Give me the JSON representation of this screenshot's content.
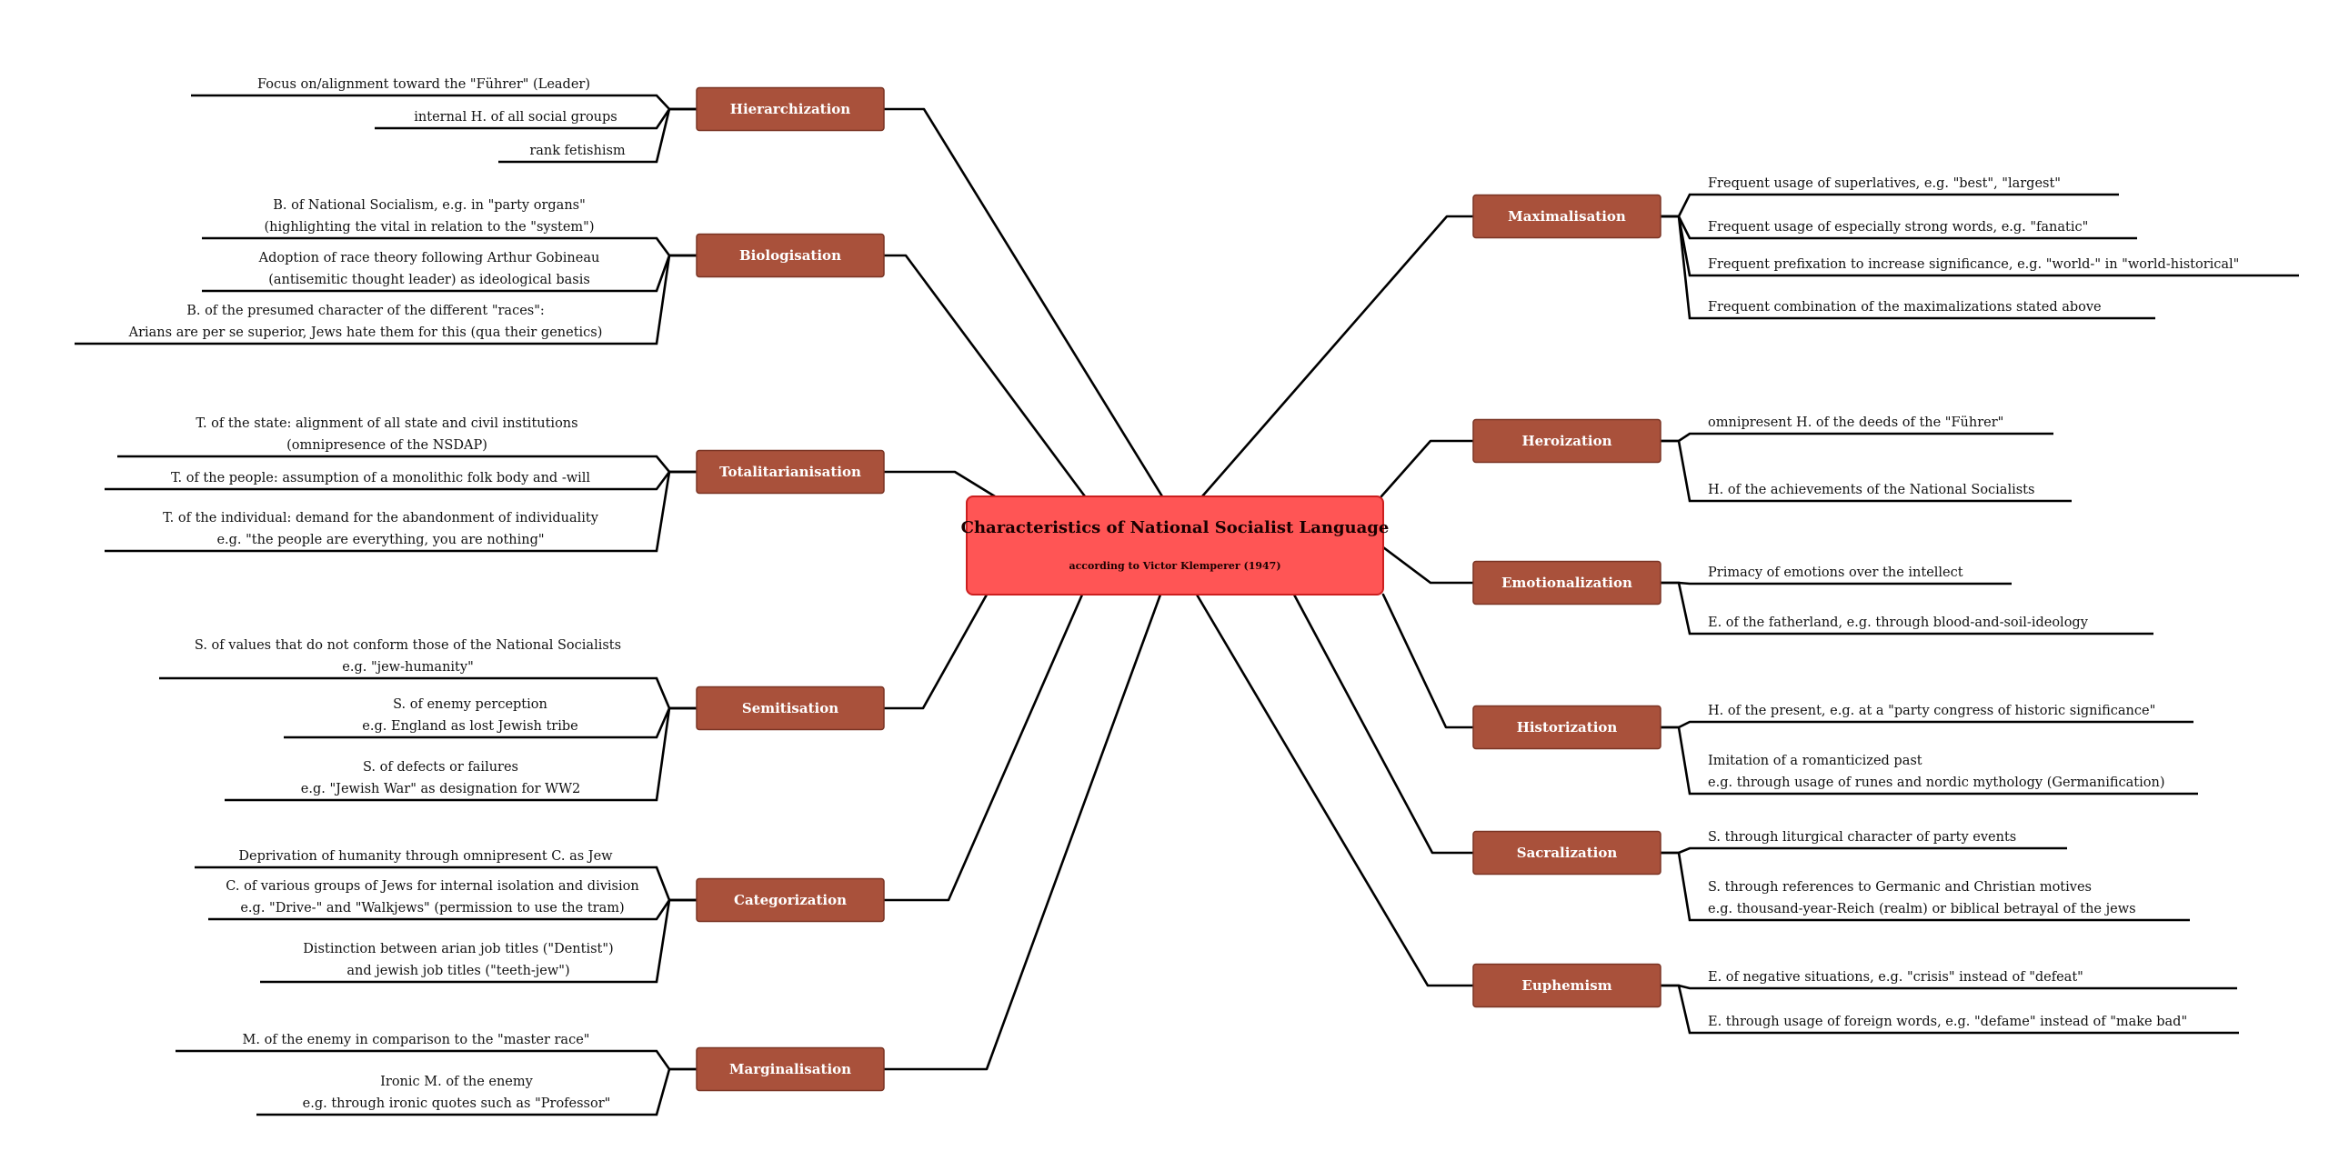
{
  "colors": {
    "root_fill": "#ff5555",
    "root_stroke": "#cc1f1f",
    "branch_fill": "#a9513b",
    "branch_stroke": "#7a3424",
    "line": "#000000"
  },
  "root": {
    "title": "Characteristics of National Socialist Language",
    "subtitle": "according to Victor Klemperer (1947)"
  },
  "left": [
    {
      "label": "Hierarchization",
      "leaves": [
        {
          "lines": [
            "Focus on/alignment toward the \"Führer\" (Leader)"
          ]
        },
        {
          "lines": [
            "internal H. of all social groups"
          ]
        },
        {
          "lines": [
            "rank fetishism"
          ]
        }
      ]
    },
    {
      "label": "Biologisation",
      "leaves": [
        {
          "lines": [
            "B. of National Socialism, e.g. in \"party organs\"",
            "(highlighting the vital in relation to the \"system\")"
          ]
        },
        {
          "lines": [
            "Adoption of race theory following Arthur Gobineau",
            "(antisemitic thought leader) as ideological basis"
          ]
        },
        {
          "lines": [
            "B. of the presumed character of the different \"races\":",
            "Arians are per se superior, Jews hate them for this (qua their genetics)"
          ]
        }
      ]
    },
    {
      "label": "Totalitarianisation",
      "leaves": [
        {
          "lines": [
            "T. of the state: alignment of all state and civil institutions",
            "(omnipresence of the NSDAP)"
          ]
        },
        {
          "lines": [
            "T. of the people: assumption of a monolithic folk body and -will"
          ]
        },
        {
          "lines": [
            "T. of the individual: demand for the abandonment of individuality",
            "e.g. \"the people are everything, you are nothing\""
          ]
        }
      ]
    },
    {
      "label": "Semitisation",
      "leaves": [
        {
          "lines": [
            "S. of values that do not conform those of the National Socialists",
            "e.g. \"jew-humanity\""
          ]
        },
        {
          "lines": [
            "S. of enemy perception",
            "e.g. England as lost Jewish tribe"
          ]
        },
        {
          "lines": [
            "S. of defects or failures",
            "e.g. \"Jewish War\" as designation for WW2"
          ]
        }
      ]
    },
    {
      "label": "Categorization",
      "leaves": [
        {
          "lines": [
            "Deprivation of humanity through omnipresent C. as Jew"
          ]
        },
        {
          "lines": [
            "C. of various groups of Jews for internal isolation and division",
            "e.g. \"Drive-\" and \"Walkjews\" (permission to use the tram)"
          ]
        },
        {
          "lines": [
            "Distinction between arian job titles (\"Dentist\")",
            "and jewish job titles (\"teeth-jew\")"
          ]
        }
      ]
    },
    {
      "label": "Marginalisation",
      "leaves": [
        {
          "lines": [
            "M. of the enemy in comparison to the \"master race\""
          ]
        },
        {
          "lines": [
            "Ironic M. of the enemy",
            "e.g. through ironic quotes such as \"Professor\""
          ]
        }
      ]
    }
  ],
  "right": [
    {
      "label": "Maximalisation",
      "leaves": [
        {
          "lines": [
            "Frequent usage of superlatives, e.g. \"best\", \"largest\""
          ]
        },
        {
          "lines": [
            "Frequent usage of especially strong words, e.g. \"fanatic\""
          ]
        },
        {
          "lines": [
            "Frequent prefixation to increase significance, e.g. \"world-\" in \"world-historical\""
          ]
        },
        {
          "lines": [
            "Frequent combination of the maximalizations stated above"
          ]
        }
      ]
    },
    {
      "label": "Heroization",
      "leaves": [
        {
          "lines": [
            "omnipresent H. of the deeds of the \"Führer\""
          ]
        },
        {
          "lines": [
            "H. of the achievements of the National Socialists"
          ]
        }
      ]
    },
    {
      "label": "Emotionalization",
      "leaves": [
        {
          "lines": [
            "Primacy of emotions over the intellect"
          ]
        },
        {
          "lines": [
            "E. of the fatherland, e.g. through blood-and-soil-ideology"
          ]
        }
      ]
    },
    {
      "label": "Historization",
      "leaves": [
        {
          "lines": [
            "H. of the present, e.g. at a \"party congress of historic significance\""
          ]
        },
        {
          "lines": [
            "Imitation of a romanticized past",
            "e.g. through usage of runes and nordic mythology (Germanification)"
          ]
        }
      ]
    },
    {
      "label": "Sacralization",
      "leaves": [
        {
          "lines": [
            "S. through liturgical character of party events"
          ]
        },
        {
          "lines": [
            "S. through references to Germanic and Christian motives",
            "e.g. thousand-year-Reich (realm) or biblical betrayal of the jews"
          ]
        }
      ]
    },
    {
      "label": "Euphemism",
      "leaves": [
        {
          "lines": [
            "E. of negative situations, e.g. \"crisis\" instead of \"defeat\""
          ]
        },
        {
          "lines": [
            "E. through usage of  foreign words, e.g. \"defame\" instead of \"make bad\""
          ]
        }
      ]
    }
  ]
}
